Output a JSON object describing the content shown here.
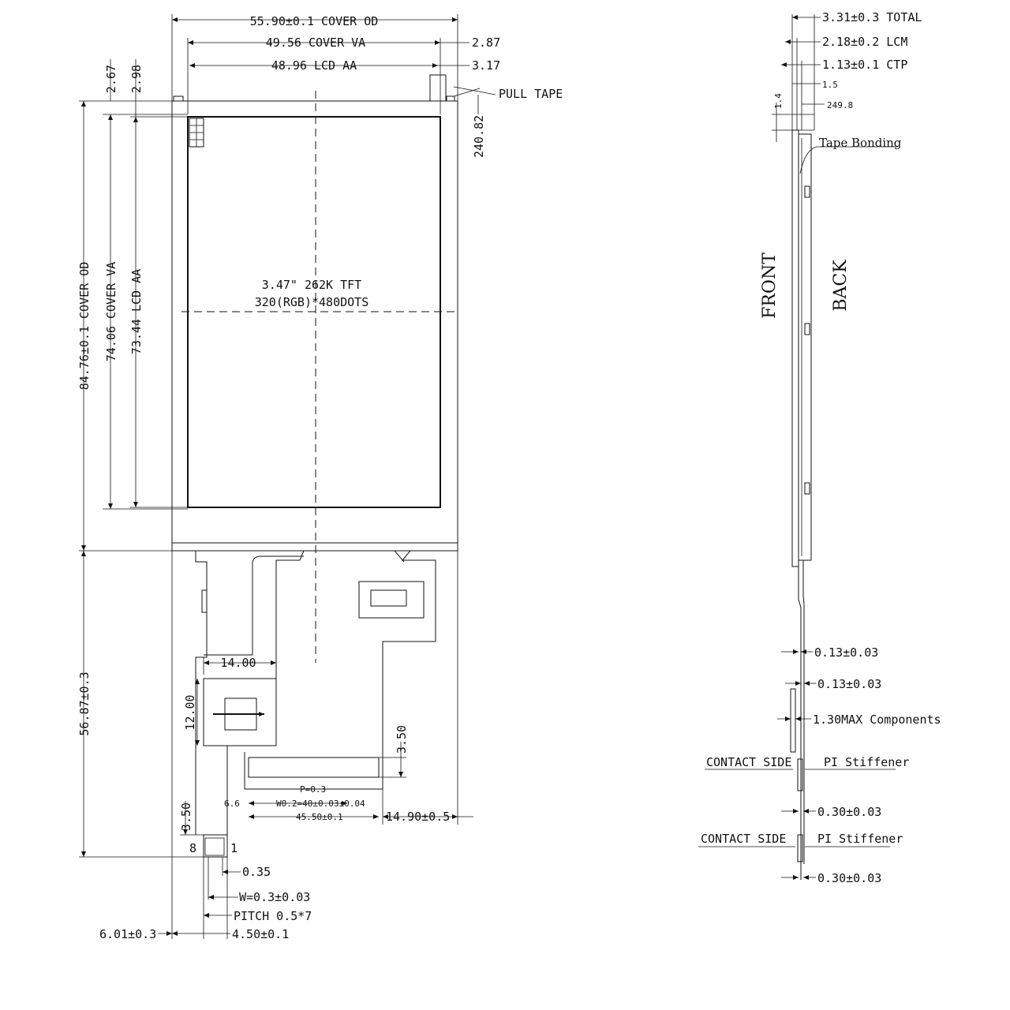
{
  "front_view": {
    "dims_top": {
      "cover_od": "55.90±0.1 COVER OD",
      "cover_va": "49.56 COVER VA",
      "lcd_aa": "48.96 LCD AA",
      "r1": "2.87",
      "r2": "3.17",
      "pull_tape": "PULL TAPE",
      "side_240": "240.82"
    },
    "dims_left": {
      "v1": "2.67",
      "v2": "2.98",
      "cover_od": "84.76±0.1 COVER OD",
      "cover_va": "74.06 COVER VA",
      "lcd_aa": "73.44 LCD AA",
      "fpc_len": "56.87±0.3"
    },
    "display_text": {
      "line1": "3.47\" 262K TFT",
      "line2": "320(RGB)*480DOTS"
    },
    "fpc_dims": {
      "pad_w": "14.00",
      "pad_h": "12.00",
      "d350a": "3.50",
      "p03": "P=0.3",
      "w_line": "W0.2=40±0.03±0.04",
      "l_4550": "45.50±0.1",
      "small_66": "6.6",
      "w1490": "14.90±0.5",
      "d350b": "3.50",
      "pin8": "8",
      "pin1": "1",
      "d035": "0.35",
      "w03": "W=0.3±0.03",
      "pitch": "PITCH 0.5*7",
      "d601": "6.01±0.3",
      "d450": "4.50±0.1"
    }
  },
  "side_view": {
    "total": "3.31±0.3 TOTAL",
    "lcm": "2.18±0.2 LCM",
    "ctp": "1.13±0.1 CTP",
    "d15": "1.5",
    "d14": "1.4",
    "d2498": "249.8",
    "tape_bonding": "Tape Bonding",
    "front": "FRONT",
    "back": "BACK",
    "t013a": "0.13±0.03",
    "t013b": "0.13±0.03",
    "components": "1.30MAX Components",
    "contact_side_1": "CONTACT SIDE",
    "pi_stiffener_1": "PI Stiffener",
    "t030a": "0.30±0.03",
    "contact_side_2": "CONTACT SIDE",
    "pi_stiffener_2": "PI Stiffener",
    "t030b": "0.30±0.03"
  }
}
